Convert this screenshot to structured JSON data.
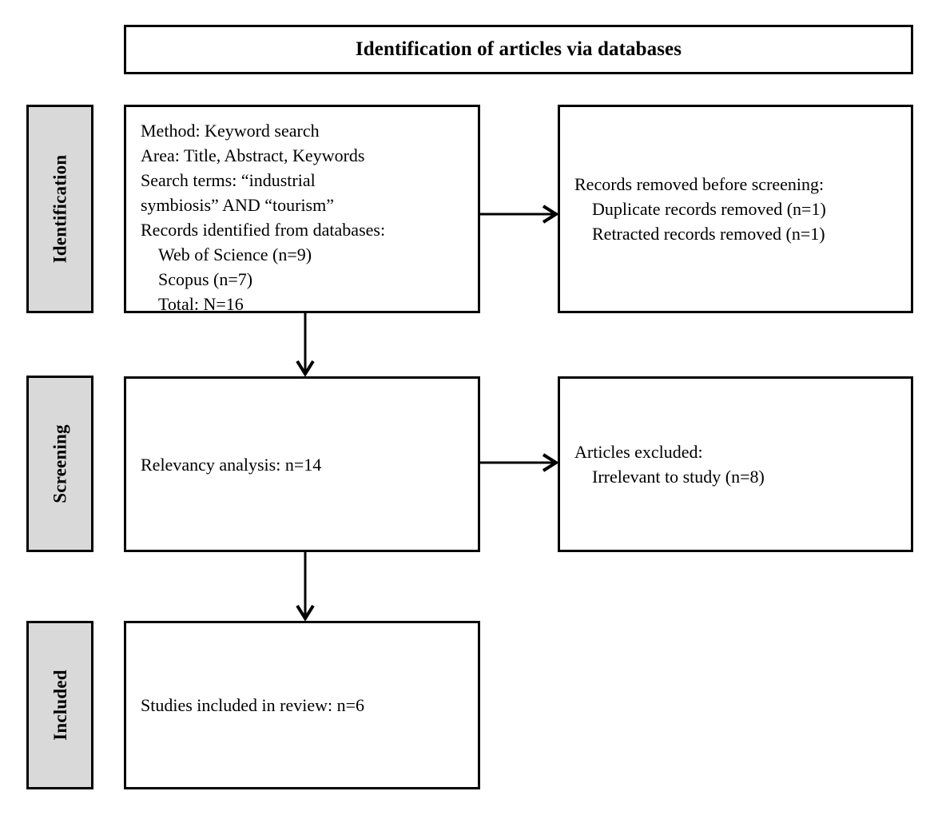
{
  "diagram": {
    "title": "Identification of articles via databases",
    "stages": [
      {
        "id": "identification",
        "label": "Identification"
      },
      {
        "id": "screening",
        "label": "Screening"
      },
      {
        "id": "included",
        "label": "Included"
      }
    ],
    "boxes": {
      "identified": {
        "lines": [
          {
            "text": "Method: Keyword search",
            "indent": false
          },
          {
            "text": "Area: Title, Abstract, Keywords",
            "indent": false
          },
          {
            "text": "Search terms: “industrial",
            "indent": false
          },
          {
            "text": "symbiosis” AND “tourism”",
            "indent": false
          },
          {
            "text": "Records identified from databases:",
            "indent": false
          },
          {
            "text": "Web of Science (n=9)",
            "indent": true
          },
          {
            "text": "Scopus (n=7)",
            "indent": true
          },
          {
            "text": "Total: N=16",
            "indent": true
          }
        ]
      },
      "removed": {
        "lines": [
          {
            "text": "Records removed before screening:",
            "indent": false
          },
          {
            "text": "Duplicate records removed (n=1)",
            "indent": true
          },
          {
            "text": "Retracted records removed (n=1)",
            "indent": true
          }
        ]
      },
      "relevancy": {
        "lines": [
          {
            "text": "Relevancy analysis: n=14",
            "indent": false
          }
        ]
      },
      "excluded": {
        "lines": [
          {
            "text": "Articles excluded:",
            "indent": false
          },
          {
            "text": "Irrelevant to study (n=8)",
            "indent": true
          }
        ]
      },
      "included": {
        "lines": [
          {
            "text": "Studies included in review: n=6",
            "indent": false
          }
        ]
      }
    },
    "colors": {
      "stage_fill": "#d9d9d9",
      "border": "#000000",
      "box_fill": "#ffffff",
      "text": "#000000"
    }
  }
}
